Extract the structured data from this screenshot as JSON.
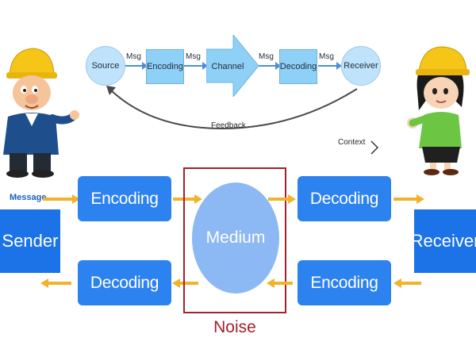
{
  "top_flow": {
    "source": "Source",
    "msg1": "Msg",
    "encoding": "Encoding",
    "msg2": "Msg",
    "channel": "Channel",
    "msg3": "Msg",
    "decoding": "Decoding",
    "msg4": "Msg",
    "receiver": "Receiver",
    "feedback": "Feedback",
    "context": "Context"
  },
  "model": {
    "message_label": "Message",
    "sender": "Sender",
    "receiver": "Receiver",
    "encoding_top": "Encoding",
    "decoding_bottom": "Decoding",
    "decoding_top": "Decoding",
    "encoding_bottom": "Encoding",
    "medium": "Medium",
    "noise": "Noise"
  },
  "colors": {
    "box_blue": "#2c82ee",
    "arrow_orange": "#f2b22a",
    "noise_red": "#a3212a",
    "medium_fill": "#8cb8f3"
  }
}
